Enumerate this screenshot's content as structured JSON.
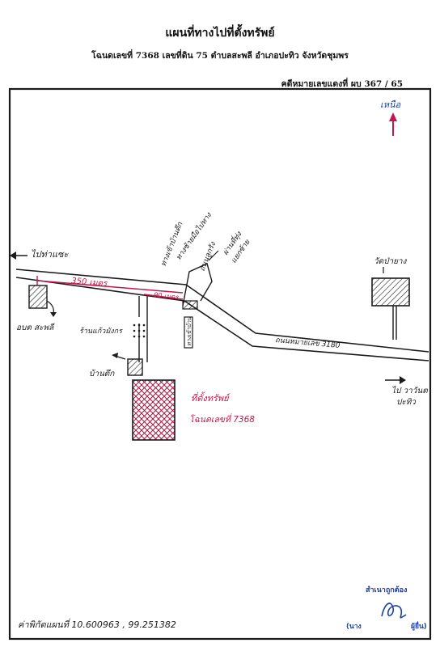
{
  "header": {
    "title": "แผนที่ทางไปที่ตั้งทรัพย์",
    "subtitle": "โฉนดเลขที่ 7368 เลขที่ดิน 75 ตำบลสะพลี อำเภอปะทิว จังหวัดชุมพร",
    "case_number": "คดีหมายเลขแดงที่ ผบ 367 / 65"
  },
  "map": {
    "north_label": "เหนือ",
    "left_direction": "ไปท่าแซะ",
    "right_direction_line1": "ไป วาวันต",
    "right_direction_line2": "ปะทิว",
    "temple_label": "วัดป่ายาง",
    "road_label": "ถนนหมายเลข 3180",
    "distance_main": "350 เมตร",
    "distance_branch": "90 เมตร",
    "landmark_left": "อบต สะพลี",
    "shop_label": "ร้านแก้วมังกร",
    "house_label": "บ้านตึก",
    "property_label_line1": "ที่ตั้งทรัพย์",
    "property_label_line2": "โฉนดเลขที่ 7368",
    "note_line1": "ทางเข้าบ้านตึก",
    "note_line2": "ทางซ้ายมือไปทาง",
    "note_line3": "ถนนลูกรัง",
    "note_line4": "ผ่านที่ทุ่ง",
    "note_line5": "แยกซ้าย",
    "small_sign_label": "ทางเข้าบ้าน",
    "coordinates": "ค่าพิกัดแผนที่ 10.600963 , 99.251382",
    "colors": {
      "ink_black": "#1b1b1b",
      "ink_red": "#c2184b",
      "ink_blue": "#1c3fa8",
      "property_hatch": "#a01842"
    }
  },
  "signature": {
    "top": "สำเนาถูกต้อง",
    "left": "(นาง",
    "right": "ผู้ยื่น)"
  }
}
